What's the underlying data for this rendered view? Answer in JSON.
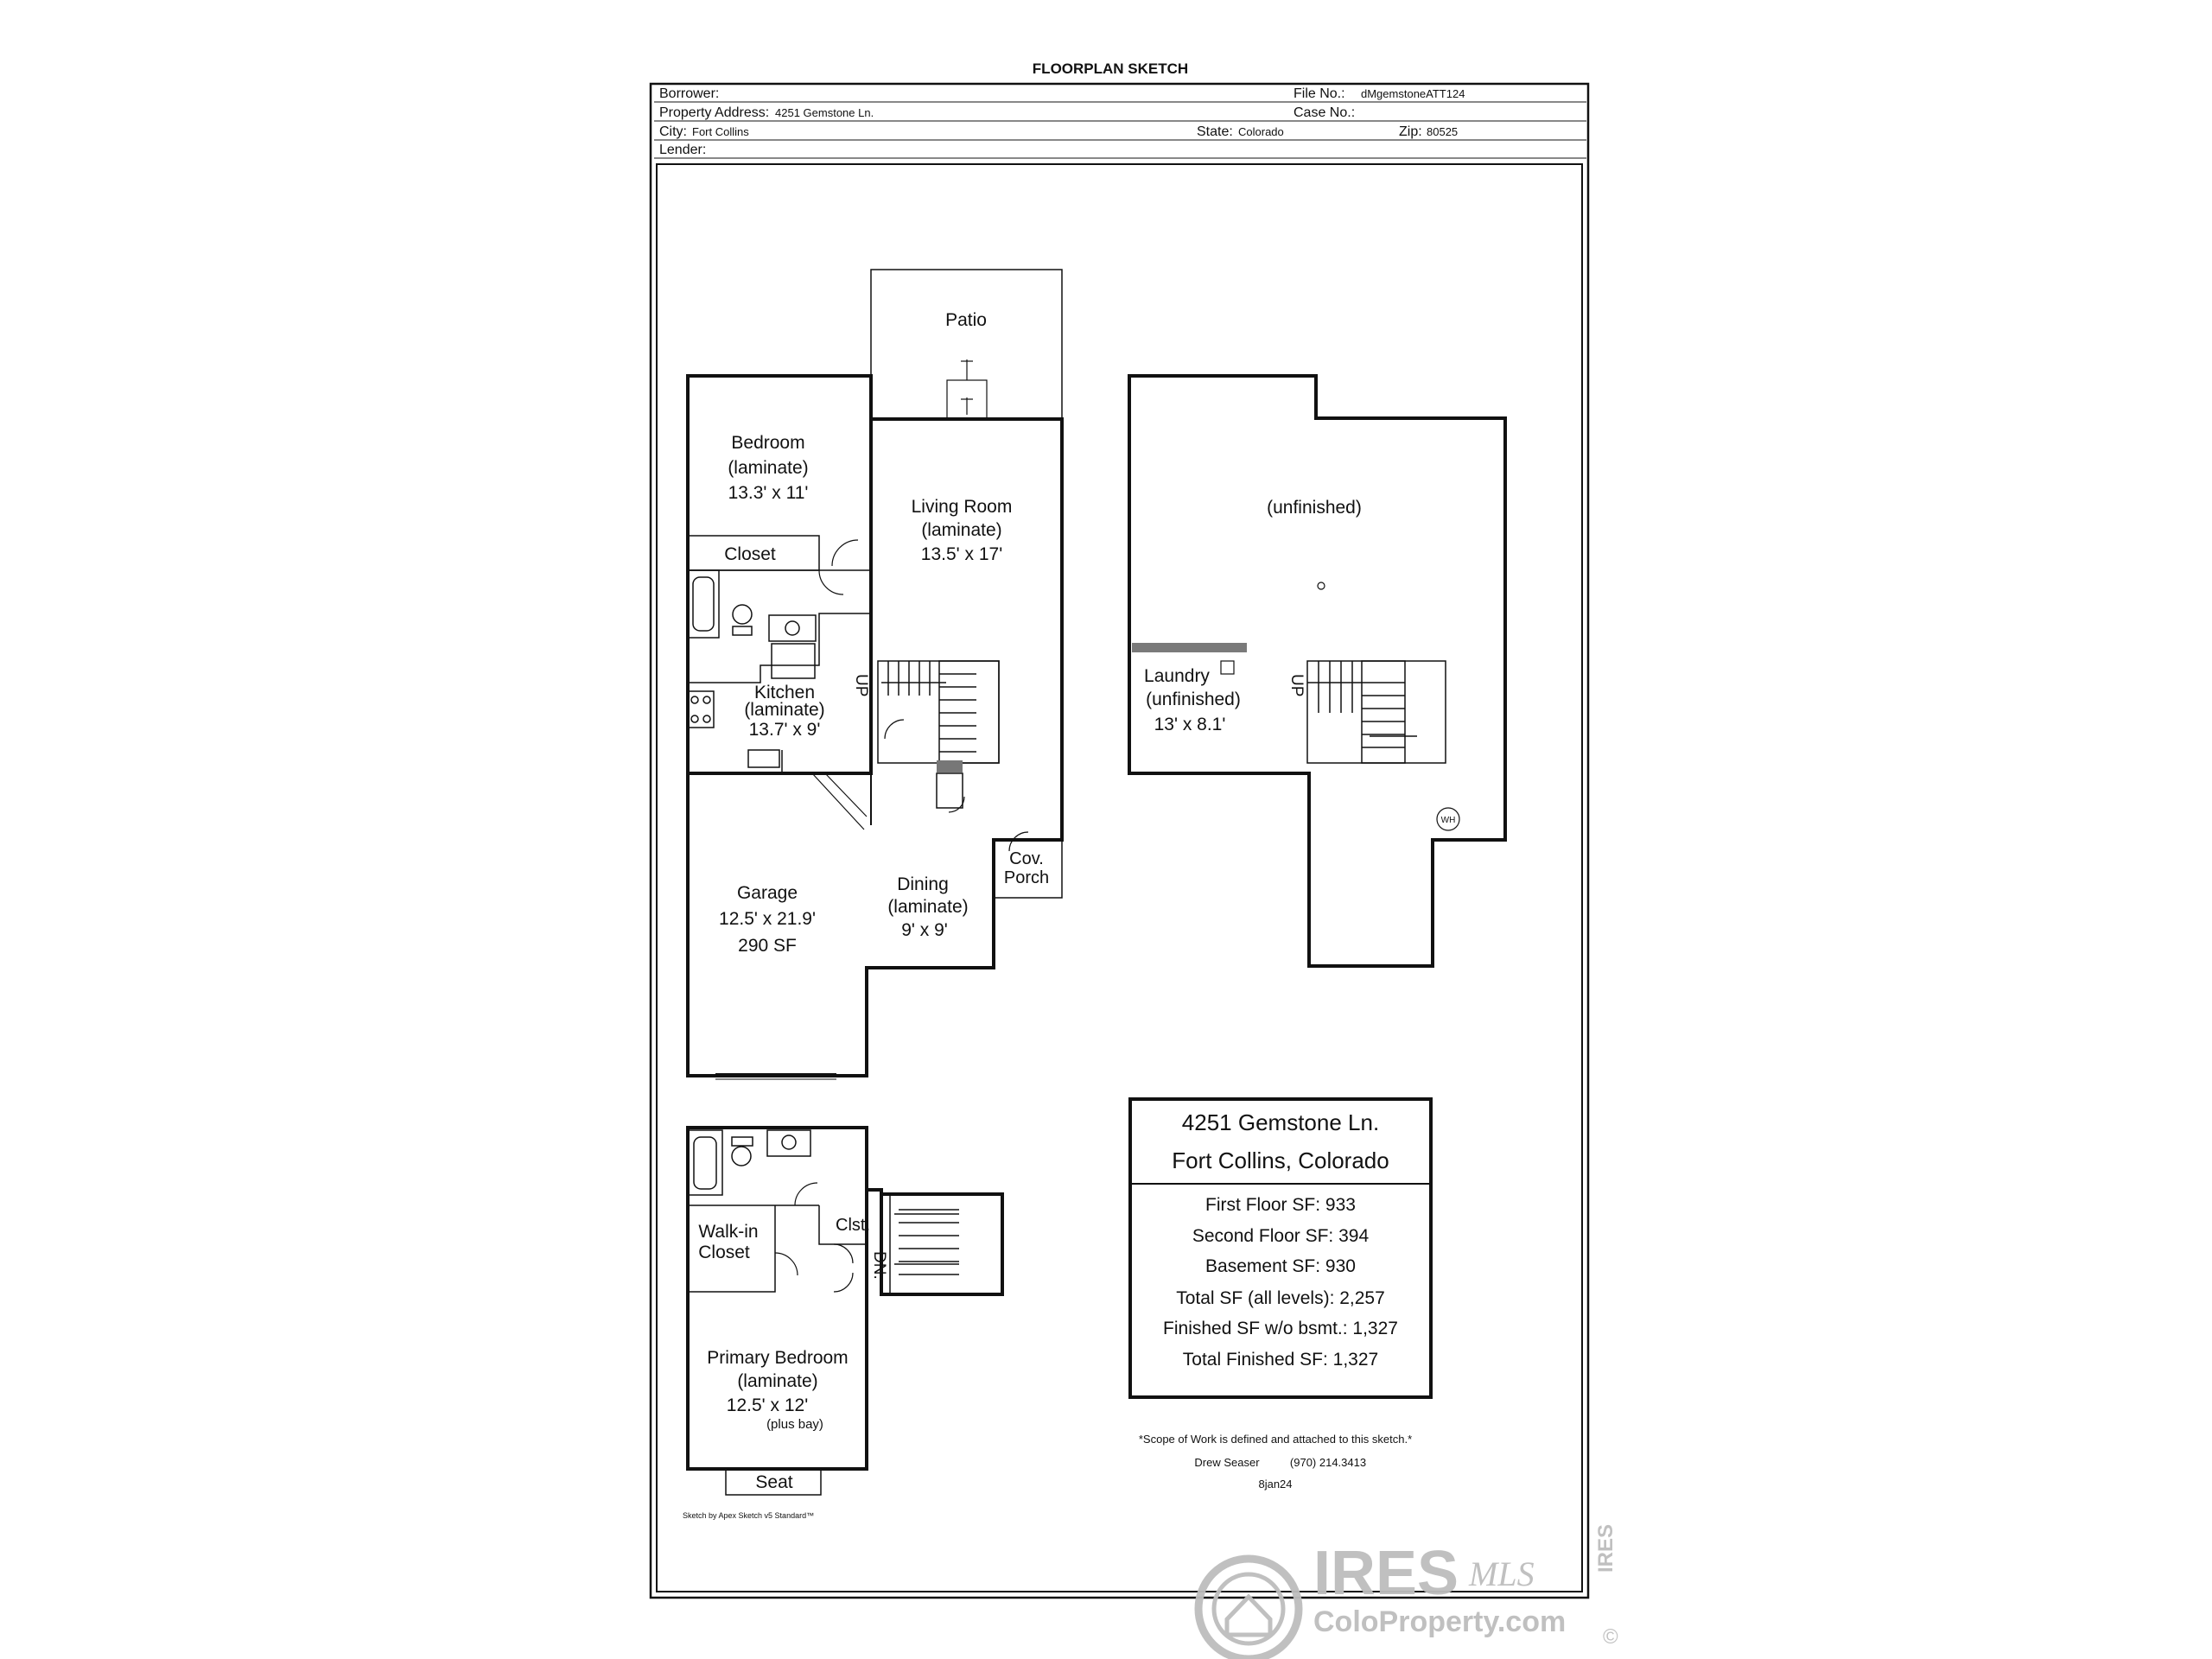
{
  "header": {
    "title": "FLOORPLAN SKETCH",
    "borrower_label": "Borrower:",
    "borrower": "",
    "file_no_label": "File No.:",
    "file_no": "dMgemstoneATT124",
    "address_label": "Property Address:",
    "address": "4251 Gemstone Ln.",
    "case_no_label": "Case No.:",
    "case_no": "",
    "city_label": "City:",
    "city": "Fort Collins",
    "state_label": "State:",
    "state": "Colorado",
    "zip_label": "Zip:",
    "zip": "80525",
    "lender_label": "Lender:",
    "lender": ""
  },
  "main_floor": {
    "patio": "Patio",
    "bedroom": [
      "Bedroom",
      "(laminate)",
      "13.3' x 11'"
    ],
    "closet": "Closet",
    "living_room": [
      "Living Room",
      "(laminate)",
      "13.5' x 17'"
    ],
    "kitchen": [
      "Kitchen",
      "(laminate)",
      "13.7' x 9'"
    ],
    "stair_up": "UP",
    "garage": [
      "Garage",
      "12.5' x 21.9'",
      "290 SF"
    ],
    "dining": [
      "Dining",
      "(laminate)",
      "9' x 9'"
    ],
    "cov_porch": [
      "Cov.",
      "Porch"
    ]
  },
  "basement": {
    "unfinished": "(unfinished)",
    "laundry": [
      "Laundry",
      "(unfinished)",
      "13' x 8.1'"
    ],
    "stair_up": "UP",
    "water_heater": "WH"
  },
  "upper_floor": {
    "walk_in_closet": [
      "Walk-in",
      "Closet"
    ],
    "closet": "Clst.",
    "stair_down": "DN.",
    "primary_bedroom": [
      "Primary Bedroom",
      "(laminate)",
      "12.5' x 12'",
      "(plus bay)"
    ],
    "seat": "Seat"
  },
  "summary": {
    "address_line1": "4251 Gemstone Ln.",
    "address_line2": "Fort Collins, Colorado",
    "first_floor": "First Floor SF: 933",
    "second_floor": "Second Floor SF: 394",
    "basement": "Basement SF: 930",
    "total": "Total SF (all levels): 2,257",
    "finished_wo_bsmt": "Finished SF w/o bsmt.: 1,327",
    "total_finished": "Total Finished SF: 1,327"
  },
  "footer": {
    "scope_note": "*Scope of Work is defined and attached to this sketch.*",
    "sketcher": "Drew Seaser",
    "phone": "(970) 214.3413",
    "date": "8jan24",
    "software": "Sketch by Apex Sketch v5 Standard™"
  },
  "watermark": {
    "brand": "IRES",
    "mls": "MLS",
    "site": "ColoProperty.com",
    "vertical": "IRES",
    "copyright": "©"
  },
  "colors": {
    "line": "#111111",
    "watermark": "#bdbdbd",
    "shelf": "#7a7a7a"
  }
}
